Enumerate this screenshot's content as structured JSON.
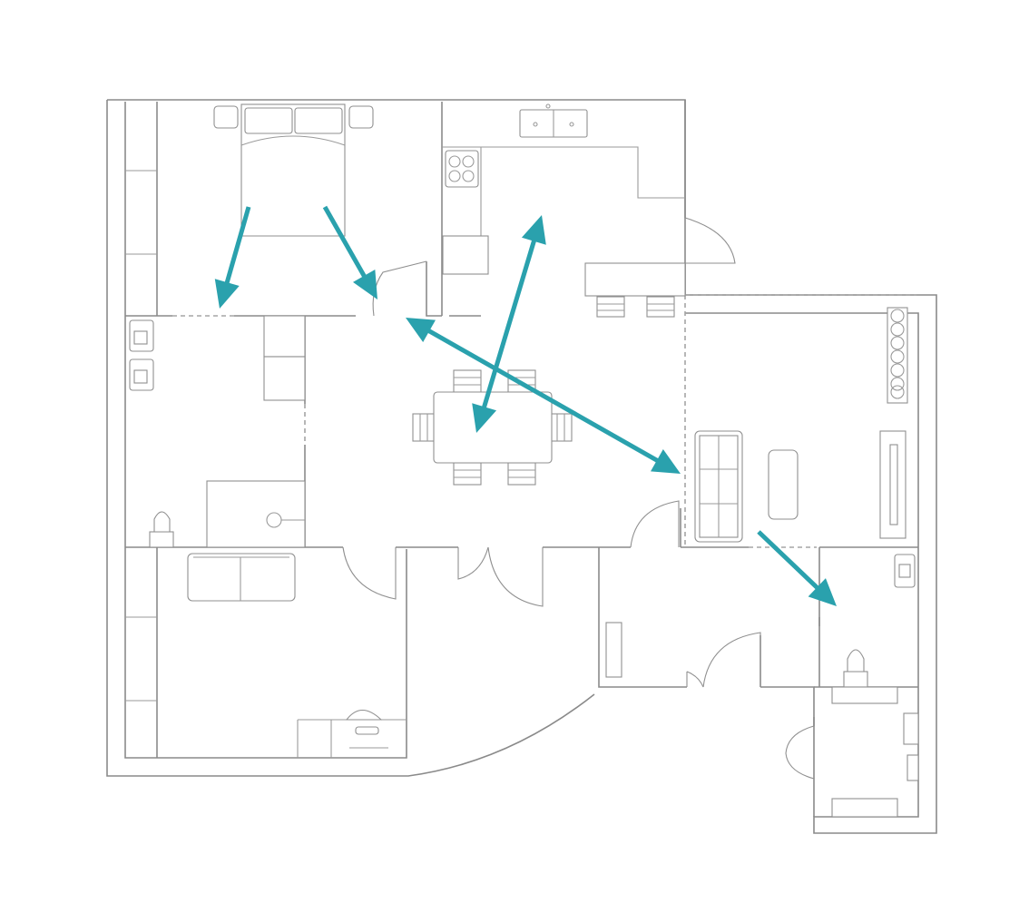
{
  "diagram": {
    "type": "floor-plan",
    "accent_color": "#2aa1ad",
    "wall_color": "#8a8a8a",
    "arrows": [
      {
        "id": "arrow-bedroom-left",
        "heads": "end"
      },
      {
        "id": "arrow-bedroom-right",
        "heads": "end"
      },
      {
        "id": "arrow-kitchen-dining",
        "heads": "both"
      },
      {
        "id": "arrow-hall-living",
        "heads": "both"
      },
      {
        "id": "arrow-living-bath",
        "heads": "end"
      }
    ]
  }
}
